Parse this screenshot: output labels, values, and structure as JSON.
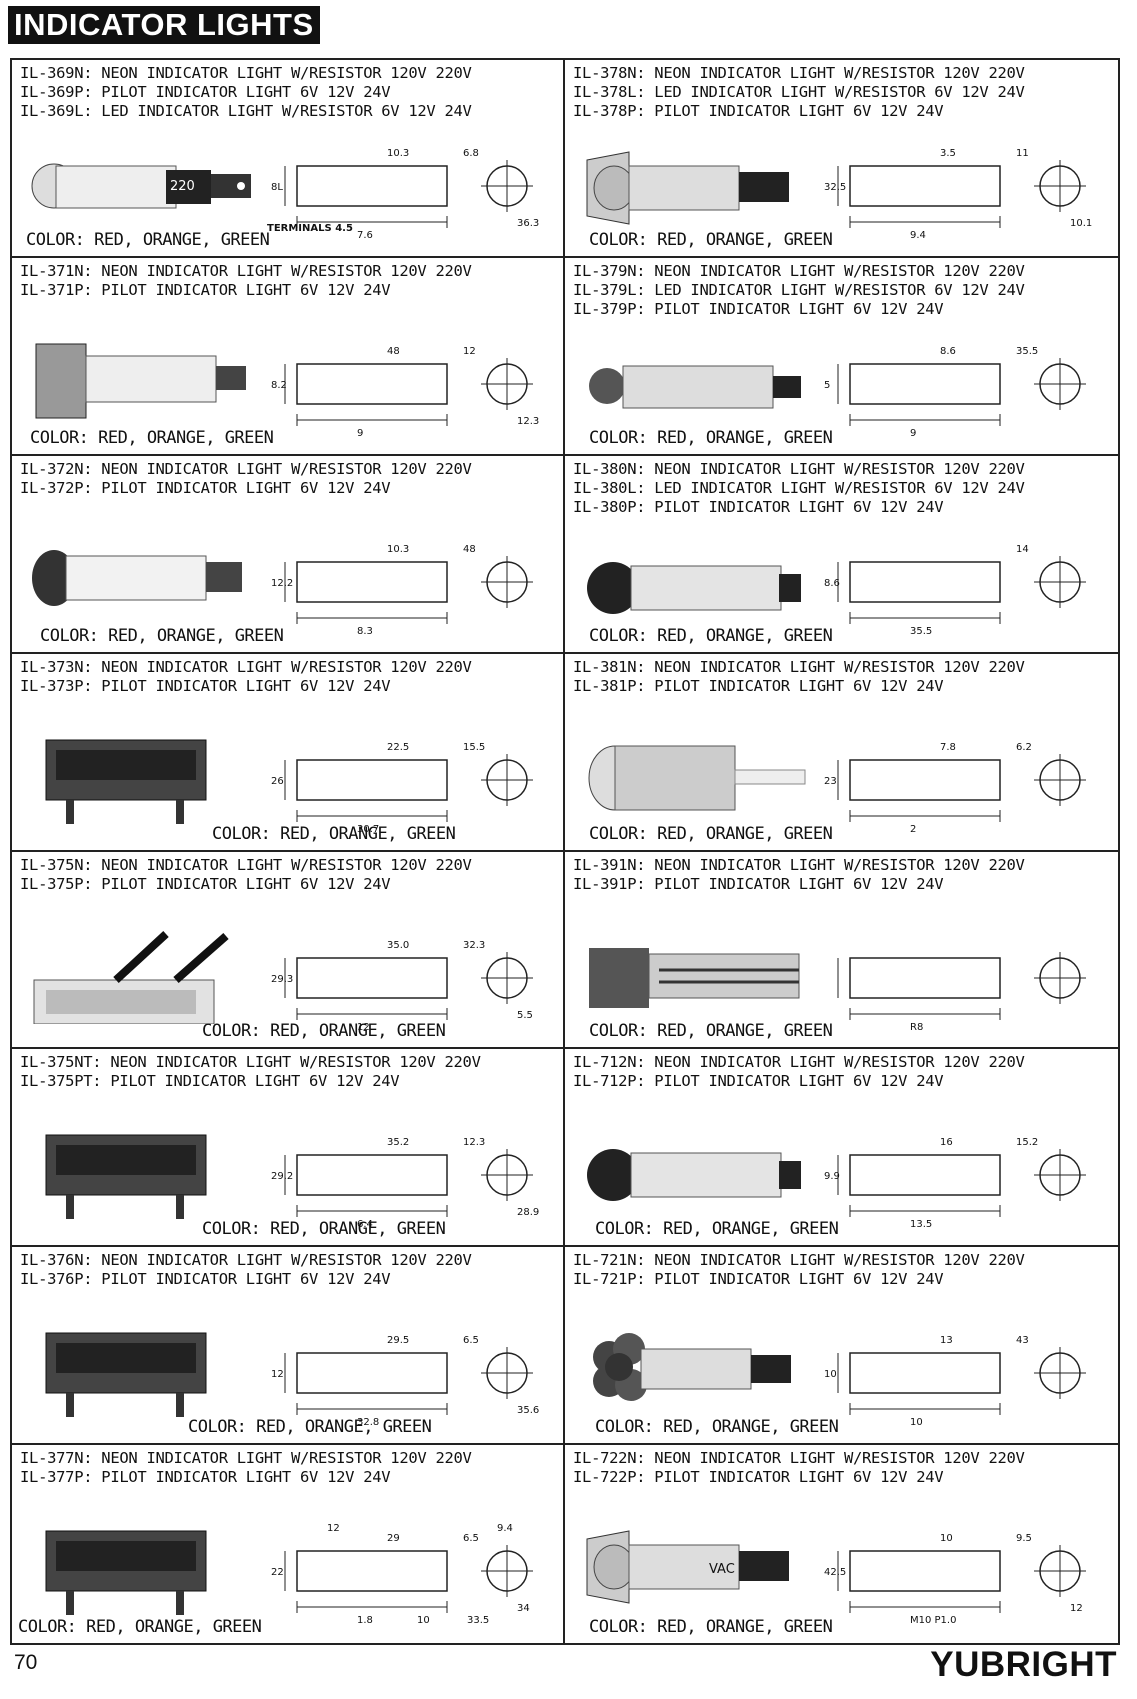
{
  "header": {
    "title": "INDICATOR LIGHTS"
  },
  "footer": {
    "page_number": "70",
    "brand": "YUBRIGHT"
  },
  "cells": [
    {
      "lines": [
        "IL-369N: NEON INDICATOR LIGHT W/RESISTOR 120V 220V",
        "IL-369P: PILOT INDICATOR LIGHT 6V 12V 24V",
        "IL-369L: LED INDICATOR LIGHT W/RESISTOR 6V 12V 24V"
      ],
      "color": "COLOR: RED, ORANGE, GREEN",
      "extra": "TERMINALS 4.5",
      "photo_label": "220",
      "dims": [
        "7.6",
        "6.8",
        "8L",
        "10.3",
        "36.3"
      ]
    },
    {
      "lines": [
        "IL-378N: NEON INDICATOR LIGHT W/RESISTOR 120V 220V",
        "IL-378L: LED INDICATOR LIGHT W/RESISTOR 6V 12V 24V",
        "IL-378P: PILOT INDICATOR LIGHT 6V 12V 24V"
      ],
      "color": "COLOR: RED, ORANGE, GREEN",
      "dims": [
        "9.4",
        "11",
        "32.5",
        "3.5",
        "10.1"
      ]
    },
    {
      "lines": [
        "IL-371N: NEON INDICATOR LIGHT W/RESISTOR 120V 220V",
        "IL-371P: PILOT INDICATOR LIGHT 6V 12V 24V"
      ],
      "color": "COLOR: RED, ORANGE, GREEN",
      "dims": [
        "9",
        "12",
        "8.2",
        "48",
        "12.3"
      ]
    },
    {
      "lines": [
        "IL-379N: NEON INDICATOR LIGHT W/RESISTOR 120V 220V",
        "IL-379L: LED INDICATOR LIGHT W/RESISTOR 6V 12V 24V",
        "IL-379P: PILOT INDICATOR LIGHT 6V 12V 24V"
      ],
      "color": "COLOR: RED, ORANGE, GREEN",
      "dims": [
        "9",
        "35.5",
        "5",
        "8.6"
      ]
    },
    {
      "lines": [
        "IL-372N: NEON INDICATOR LIGHT W/RESISTOR 120V 220V",
        "IL-372P: PILOT INDICATOR LIGHT 6V 12V 24V"
      ],
      "color": "COLOR: RED, ORANGE, GREEN",
      "dims": [
        "8.3",
        "48",
        "12.2",
        "10.3"
      ]
    },
    {
      "lines": [
        "IL-380N: NEON INDICATOR LIGHT W/RESISTOR 120V 220V",
        "IL-380L: LED INDICATOR LIGHT W/RESISTOR 6V 12V 24V",
        "IL-380P: PILOT INDICATOR LIGHT 6V 12V 24V"
      ],
      "color": "COLOR: RED, ORANGE, GREEN",
      "dims": [
        "35.5",
        "14",
        "8.6"
      ]
    },
    {
      "lines": [
        "IL-373N: NEON INDICATOR LIGHT W/RESISTOR 120V 220V",
        "IL-373P: PILOT INDICATOR LIGHT 6V 12V 24V"
      ],
      "color": "COLOR: RED, ORANGE, GREEN",
      "dims": [
        "30.7",
        "15.5",
        "26",
        "22.5"
      ]
    },
    {
      "lines": [
        "IL-381N: NEON INDICATOR LIGHT W/RESISTOR 120V 220V",
        "IL-381P: PILOT INDICATOR LIGHT 6V 12V 24V"
      ],
      "color": "COLOR: RED, ORANGE, GREEN",
      "dims": [
        "2",
        "6.2",
        "23",
        "7.8"
      ]
    },
    {
      "lines": [
        "IL-375N: NEON INDICATOR LIGHT W/RESISTOR 120V 220V",
        "IL-375P: PILOT INDICATOR LIGHT 6V 12V 24V"
      ],
      "color": "COLOR: RED, ORANGE, GREEN",
      "dims": [
        "12",
        "32.3",
        "29.3",
        "35.0",
        "5.5"
      ]
    },
    {
      "lines": [
        "IL-391N: NEON INDICATOR LIGHT W/RESISTOR 120V 220V",
        "IL-391P: PILOT INDICATOR LIGHT 6V 12V 24V"
      ],
      "color": "COLOR: RED, ORANGE, GREEN",
      "dims": [
        "R8"
      ]
    },
    {
      "lines": [
        "IL-375NT: NEON INDICATOR LIGHT W/RESISTOR 120V 220V",
        "IL-375PT: PILOT INDICATOR LIGHT 6V 12V 24V"
      ],
      "color": "COLOR: RED, ORANGE, GREEN",
      "dims": [
        "6.4",
        "12.3",
        "29.2",
        "35.2",
        "28.9"
      ]
    },
    {
      "lines": [
        "IL-712N: NEON INDICATOR LIGHT W/RESISTOR 120V 220V",
        "IL-712P: PILOT INDICATOR LIGHT 6V 12V 24V"
      ],
      "color": "COLOR: RED, ORANGE, GREEN",
      "dims": [
        "13.5",
        "15.2",
        "9.9",
        "16"
      ]
    },
    {
      "lines": [
        "IL-376N: NEON INDICATOR LIGHT W/RESISTOR 120V 220V",
        "IL-376P: PILOT INDICATOR LIGHT 6V 12V 24V"
      ],
      "color": "COLOR: RED, ORANGE, GREEN",
      "dims": [
        "32.8",
        "6.5",
        "12",
        "29.5",
        "35.6"
      ]
    },
    {
      "lines": [
        "IL-721N: NEON INDICATOR LIGHT W/RESISTOR 120V 220V",
        "IL-721P: PILOT INDICATOR LIGHT 6V 12V 24V"
      ],
      "color": "COLOR: RED, ORANGE, GREEN",
      "dims": [
        "10",
        "43",
        "10",
        "13"
      ]
    },
    {
      "lines": [
        "IL-377N: NEON INDICATOR LIGHT W/RESISTOR 120V 220V",
        "IL-377P: PILOT INDICATOR LIGHT 6V 12V 24V"
      ],
      "color": "COLOR: RED, ORANGE, GREEN",
      "dims": [
        "1.8",
        "6.5",
        "22",
        "29",
        "34",
        "10",
        "33.5",
        "12",
        "9.4"
      ]
    },
    {
      "lines": [
        "IL-722N: NEON INDICATOR LIGHT W/RESISTOR 120V 220V",
        "IL-722P: PILOT INDICATOR LIGHT 6V 12V 24V"
      ],
      "color": "COLOR: RED, ORANGE, GREEN",
      "photo_label": "VAC",
      "dims": [
        "M10 P1.0",
        "9.5",
        "42.5",
        "10",
        "12"
      ]
    }
  ]
}
